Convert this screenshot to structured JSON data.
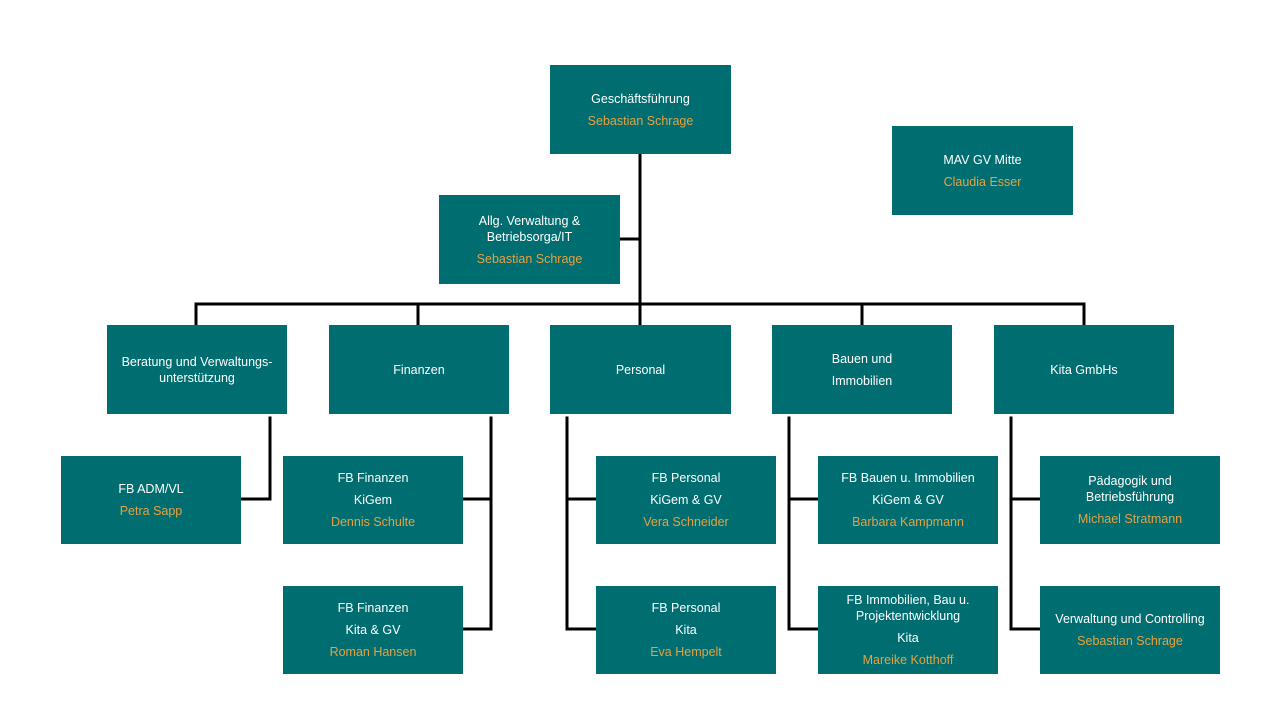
{
  "nodes": {
    "gf": {
      "lines": [
        "Geschäftsführung"
      ],
      "person": "Sebastian Schrage"
    },
    "mav": {
      "lines": [
        "MAV GV Mitte"
      ],
      "person": "Claudia Esser"
    },
    "allg": {
      "lines": [
        "Allg. Verwaltung &",
        "Betriebsorga/IT"
      ],
      "person": "Sebastian Schrage"
    },
    "beratung": {
      "lines": [
        "Beratung und Verwaltungs-",
        "unterstützung"
      ]
    },
    "finanzen": {
      "lines": [
        "Finanzen"
      ]
    },
    "personal": {
      "lines": [
        "Personal"
      ]
    },
    "bauen": {
      "lines": [
        "Bauen und",
        "Immobilien"
      ]
    },
    "kita": {
      "lines": [
        "Kita GmbHs"
      ]
    },
    "fb_adm": {
      "lines": [
        "FB ADM/VL"
      ],
      "person": "Petra Sapp"
    },
    "fb_fin1": {
      "lines": [
        "FB Finanzen",
        "KiGem"
      ],
      "person": "Dennis Schulte"
    },
    "fb_fin2": {
      "lines": [
        "FB Finanzen",
        "Kita & GV"
      ],
      "person": "Roman Hansen"
    },
    "fb_pers1": {
      "lines": [
        "FB Personal",
        "KiGem & GV"
      ],
      "person": "Vera Schneider"
    },
    "fb_pers2": {
      "lines": [
        "FB Personal",
        "Kita"
      ],
      "person": "Eva Hempelt"
    },
    "fb_bau1": {
      "lines": [
        "FB Bauen u. Immobilien",
        "KiGem & GV"
      ],
      "person": "Barbara Kampmann"
    },
    "fb_bau2": {
      "lines": [
        "FB Immobilien, Bau u.",
        "Projektentwicklung",
        "Kita"
      ],
      "person": "Mareike Kotthoff"
    },
    "paed": {
      "lines": [
        "Pädagogik und Betriebsführung"
      ],
      "person": "Michael Stratmann"
    },
    "verw": {
      "lines": [
        "Verwaltung und Controlling"
      ],
      "person": "Sebastian Schrage"
    }
  },
  "colors": {
    "box": "#006d70",
    "text": "#ffffff",
    "person": "#e6a142",
    "connector": "#000000"
  }
}
